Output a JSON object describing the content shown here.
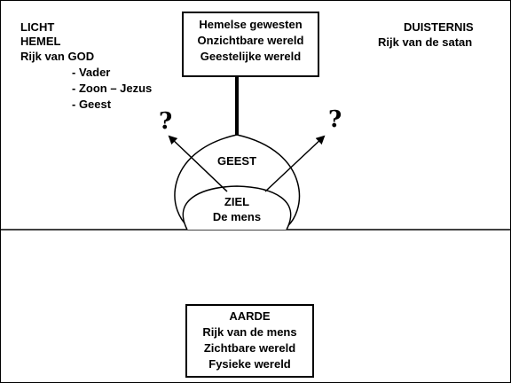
{
  "left_panel": {
    "light": "LICHT",
    "heaven": "HEMEL",
    "kingdom_god": "Rijk van GOD",
    "trinity": [
      "- Vader",
      "- Zoon – Jezus",
      "- Geest"
    ]
  },
  "right_panel": {
    "darkness": "DUISTERNIS",
    "kingdom_satan": "Rijk van de satan"
  },
  "top_box": {
    "lines": [
      "Hemelse gewesten",
      "Onzichtbare wereld",
      "Geestelijke wereld"
    ]
  },
  "human": {
    "spirit": "GEEST",
    "soul": "ZIEL",
    "person": "De mens"
  },
  "question_marks": [
    "?",
    "?"
  ],
  "bottom_box": {
    "lines": [
      "AARDE",
      "Rijk van de mens",
      "Zichtbare wereld",
      "Fysieke wereld"
    ]
  }
}
